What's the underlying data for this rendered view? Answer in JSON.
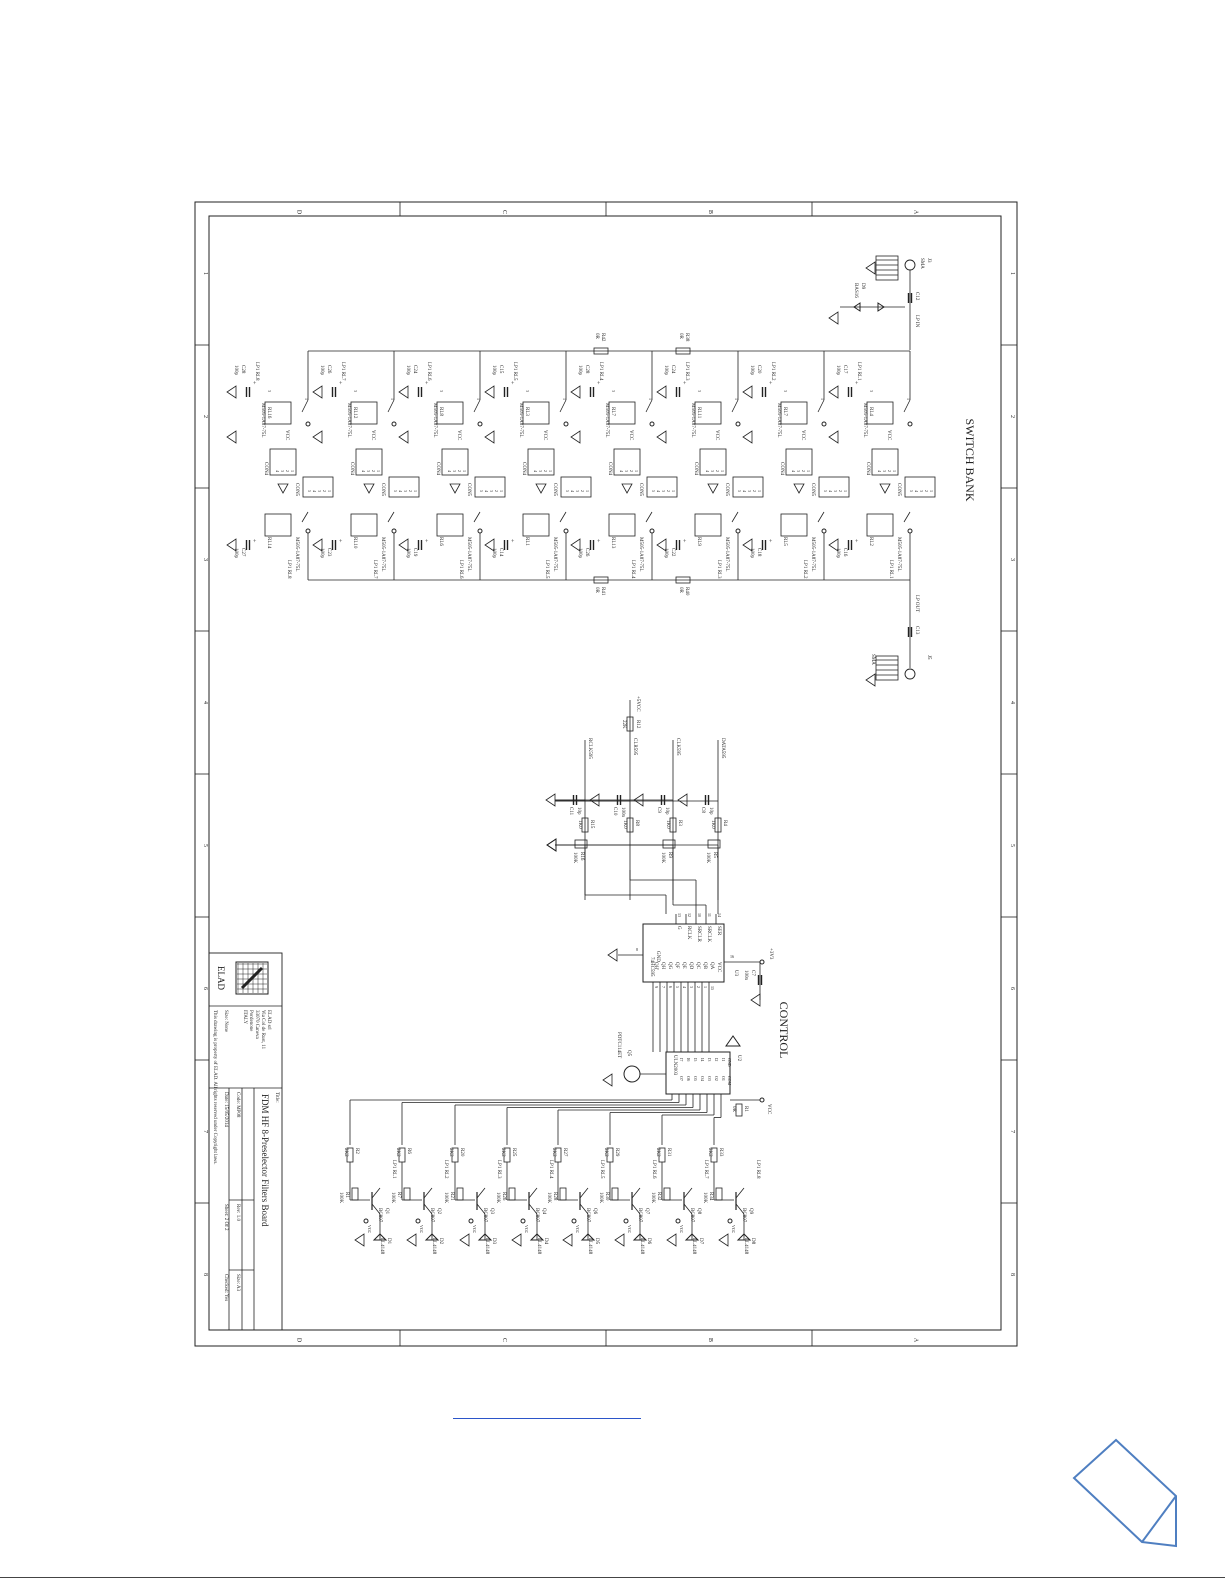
{
  "border": {
    "top_letters": [
      "D",
      "C",
      "B",
      "A"
    ],
    "side_numbers": [
      "1",
      "2",
      "3",
      "4",
      "5",
      "6",
      "7",
      "8"
    ]
  },
  "sections": {
    "switch_bank": "SWITCH BANK",
    "control": "CONTROL"
  },
  "title_block": {
    "title_label": "Title:",
    "title": "FDM HF 8-Preselector Filters Board",
    "code": "Code: MP08",
    "rev": "Rev: 1.0",
    "date": "Date: 15/05/2014",
    "sheet": "Sheet: 2 Of 2",
    "size": "Size: A3",
    "checked": "Checked: Yes",
    "size_note": "Size: None",
    "copyright": "This drawing is property of ELAD. All rights reserved under Copyright laws.",
    "company": [
      "ELAD srl",
      "Via Col de Rust, 11",
      "33070 Caneva",
      "Pordenone",
      "ITALY"
    ],
    "logo_text": "ELAD"
  },
  "switch_bank": {
    "input_connector": [
      "J3",
      "SMA"
    ],
    "output_connector": [
      "J5",
      "SMA"
    ],
    "input_cap": "C12",
    "output_cap": "C13",
    "protection_diode": [
      "D9",
      "BAS16"
    ],
    "net_in": "LP IN",
    "net_out": "LP OUT",
    "resistors_top": [
      [
        "R42",
        "0R"
      ],
      [
        "R38",
        "0R"
      ]
    ],
    "resistors_bottom": [
      [
        "R41",
        "0R"
      ],
      [
        "R40",
        "0R"
      ]
    ],
    "relay_part": "M505-1A87-75L",
    "connector_con4": "CON4",
    "connector_con5": "CON5",
    "relays_top": [
      {
        "ref": "RL16",
        "cap": "C28",
        "val": "100p",
        "net": "LP1 RL8"
      },
      {
        "ref": "RL12",
        "cap": "C26",
        "val": "100p",
        "net": "LP1 RL7"
      },
      {
        "ref": "RL8",
        "cap": "C24",
        "val": "100p",
        "net": "LP1 RL6"
      },
      {
        "ref": "RL3",
        "cap": "C15",
        "val": "100p",
        "net": "LP1 RL5"
      },
      {
        "ref": "RL7",
        "cap": "C28",
        "val": "100p",
        "net": "LP1 RL4"
      },
      {
        "ref": "RL11",
        "cap": "C24",
        "val": "100p",
        "net": "LP1 RL3"
      },
      {
        "ref": "RL7",
        "cap": "C20",
        "val": "100p",
        "net": "LP1 RL2"
      },
      {
        "ref": "RL4",
        "cap": "C17",
        "val": "100p",
        "net": "LP1 RL1"
      }
    ],
    "relays_bottom": [
      {
        "ref": "RL14",
        "cap": "C27",
        "val": "100p",
        "net": "LP1 RL8"
      },
      {
        "ref": "RL10",
        "cap": "C23",
        "val": "100p",
        "net": "LP1 RL7"
      },
      {
        "ref": "RL6",
        "cap": "C19",
        "val": "100p",
        "net": "LP1 RL6"
      },
      {
        "ref": "RL1",
        "cap": "C14",
        "val": "100p",
        "net": "LP1 RL5"
      },
      {
        "ref": "RL13",
        "cap": "C26",
        "val": "100p",
        "net": "LP1 RL4"
      },
      {
        "ref": "RL9",
        "cap": "C22",
        "val": "100p",
        "net": "LP1 RL3"
      },
      {
        "ref": "RL5",
        "cap": "C18",
        "val": "100p",
        "net": "LP1 RL2"
      },
      {
        "ref": "RL2",
        "cap": "C16",
        "val": "100p",
        "net": "LP1 RL1"
      }
    ],
    "vcc": "VCC"
  },
  "control": {
    "shift_register": {
      "ref": "U3",
      "part": "74HC595",
      "left_pins": [
        [
          "SER",
          "14"
        ],
        [
          "SRCLK",
          "11"
        ],
        [
          "SRCLR",
          "10"
        ],
        [
          "RCLK",
          "12"
        ],
        [
          "G",
          "13"
        ]
      ],
      "right_pins": [
        "VCC",
        "QA",
        "QB",
        "QC",
        "QD",
        "QE",
        "QF",
        "QG",
        "QH",
        "QH'"
      ],
      "gnd": "GND",
      "vcc_pin": "16",
      "gnd_pin": "8",
      "out_pins": [
        "15",
        "1",
        "2",
        "3",
        "4",
        "5",
        "6",
        "7",
        "9"
      ]
    },
    "driver": {
      "ref": "U2",
      "part": "ULN2003",
      "in_pins": [
        "I1",
        "I2",
        "I3",
        "I4",
        "I5",
        "I6",
        "I7"
      ],
      "out_pins": [
        "O1",
        "O2",
        "O3",
        "O4",
        "O5",
        "O6",
        "O7"
      ],
      "gnd": "GND",
      "com": "COM",
      "vcc": "VCC"
    },
    "supply": "+3V3",
    "supply5": "+5VCC",
    "decoupling": [
      "C7",
      "100n"
    ],
    "input_nets": [
      "RCLK595",
      "CLR595",
      "CLK595",
      "DATA595"
    ],
    "pullup": [
      "R12",
      "22K"
    ],
    "filter_caps": [
      [
        "C11",
        "10p"
      ],
      [
        "C10",
        "100n"
      ],
      [
        "C9",
        "10p"
      ],
      [
        "C8",
        "10p"
      ]
    ],
    "series_res": [
      [
        "R15",
        "1K0"
      ],
      [
        "R8",
        "1K0"
      ],
      [
        "R3",
        "1K0"
      ],
      [
        "R4",
        "1K0"
      ]
    ],
    "pulldown_res": [
      [
        "R16",
        "100K"
      ],
      [
        "R9",
        "100K"
      ],
      [
        "R5",
        "100K"
      ]
    ],
    "aux_transistor": [
      "Q5",
      "PDTC114ET"
    ],
    "aux_res": [
      "R1",
      "0R"
    ],
    "drivers": [
      {
        "rb": "R33",
        "rbv": "2K2",
        "rp": "R34",
        "q": "Q9",
        "qp": "BC807",
        "d": "D8",
        "net": "LP1 RL8"
      },
      {
        "rb": "R31",
        "rbv": "2K2",
        "rp": "R32",
        "q": "Q8",
        "qp": "BC807",
        "d": "D7",
        "net": "LP1 RL7"
      },
      {
        "rb": "R29",
        "rbv": "2K2",
        "rp": "R30",
        "q": "Q7",
        "qp": "BC807",
        "d": "D6",
        "net": "LP1 RL6"
      },
      {
        "rb": "R27",
        "rbv": "2K2",
        "rp": "R28",
        "q": "Q6",
        "qp": "BC807",
        "d": "D5",
        "net": "LP1 RL5"
      },
      {
        "rb": "R25",
        "rbv": "2K2",
        "rp": "R26",
        "q": "Q4",
        "qp": "BC807",
        "d": "D4",
        "net": "LP1 RL4"
      },
      {
        "rb": "R20",
        "rbv": "2K2",
        "rp": "R21",
        "q": "Q3",
        "qp": "BC807",
        "d": "D3",
        "net": "LP1 RL3"
      },
      {
        "rb": "R6",
        "rbv": "2K2",
        "rp": "R7",
        "q": "Q2",
        "qp": "BC807",
        "d": "D2",
        "net": "LP1 RL2"
      },
      {
        "rb": "R2",
        "rbv": "2K2",
        "rp": "R1",
        "q": "Q1",
        "qp": "BC807",
        "d": "D1",
        "net": "LP1 RL1"
      }
    ],
    "diode_part": "LL4148",
    "res_pulldown_val": "100K"
  }
}
